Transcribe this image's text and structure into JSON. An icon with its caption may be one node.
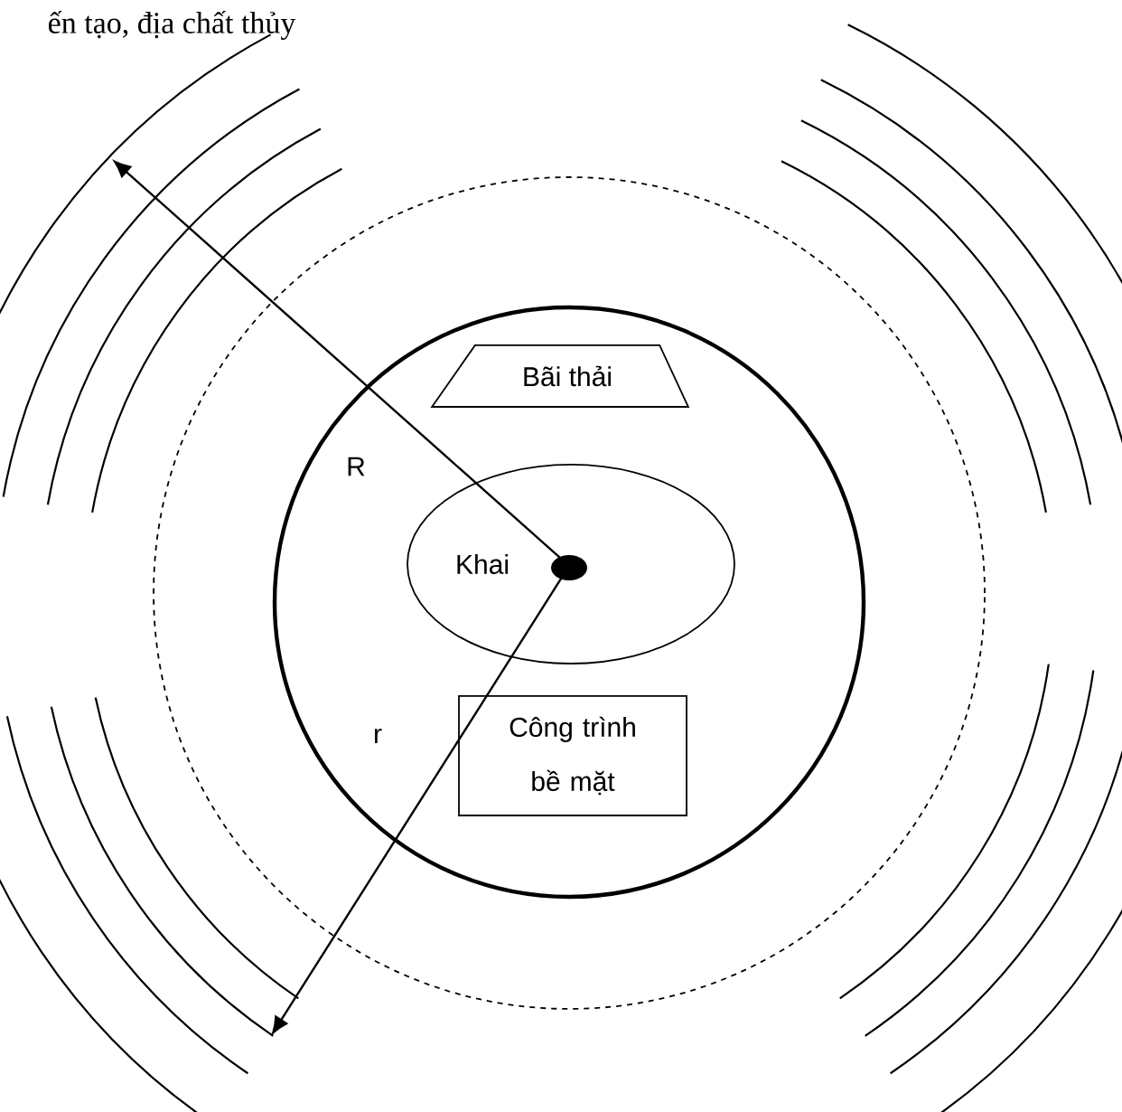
{
  "diagram": {
    "nodes": [
      {
        "text": [
          "Khai"
        ]
      },
      {
        "text": [
          "Bãi thải"
        ]
      },
      {
        "text": [
          "Công trình bề mặt"
        ]
      }
    ],
    "labels": [
      "ến tạo, địa chất thủy",
      "R",
      "r"
    ]
  }
}
